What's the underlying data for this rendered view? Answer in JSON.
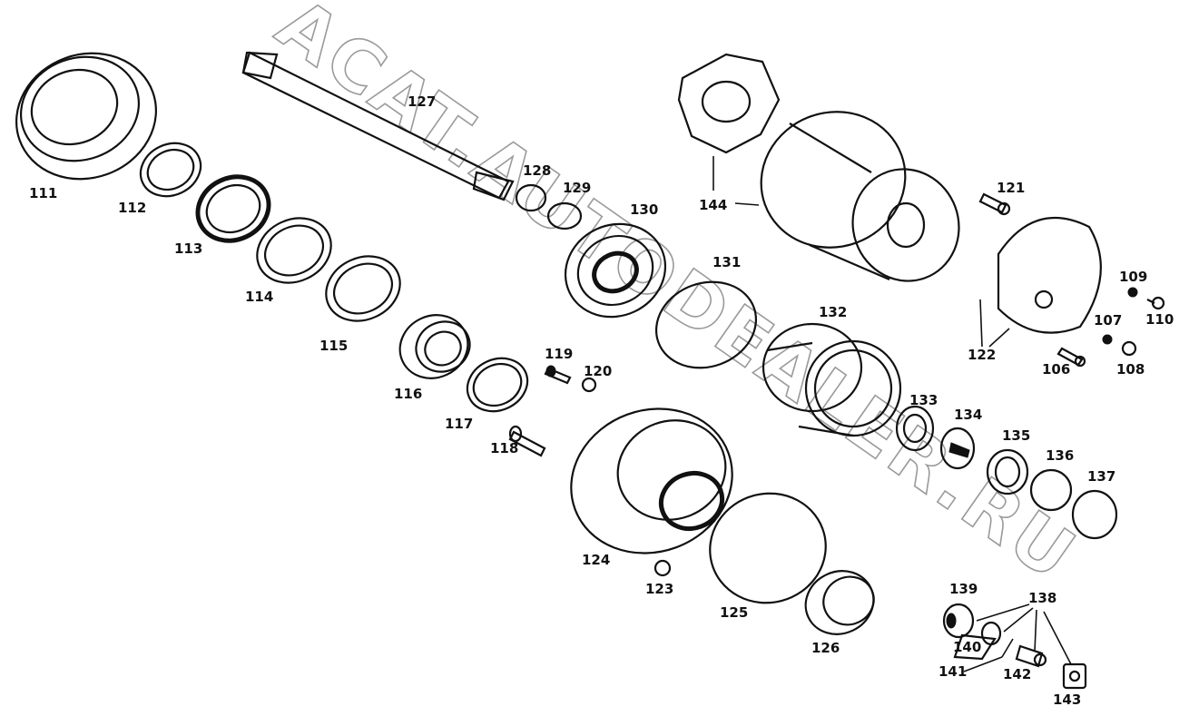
{
  "watermark": "ACAT.AUTODEALER.RU",
  "labels": {
    "p106": "106",
    "p107": "107",
    "p108": "108",
    "p109": "109",
    "p110": "110",
    "p111": "111",
    "p112": "112",
    "p113": "113",
    "p114": "114",
    "p115": "115",
    "p116": "116",
    "p117": "117",
    "p118": "118",
    "p119": "119",
    "p120": "120",
    "p121": "121",
    "p122": "122",
    "p123": "123",
    "p124": "124",
    "p125": "125",
    "p126": "126",
    "p127": "127",
    "p128": "128",
    "p129": "129",
    "p130": "130",
    "p131": "131",
    "p132": "132",
    "p133": "133",
    "p134": "134",
    "p135": "135",
    "p136": "136",
    "p137": "137",
    "p138": "138",
    "p139": "139",
    "p140": "140",
    "p141": "141",
    "p142": "142",
    "p143": "143",
    "p144": "144"
  }
}
